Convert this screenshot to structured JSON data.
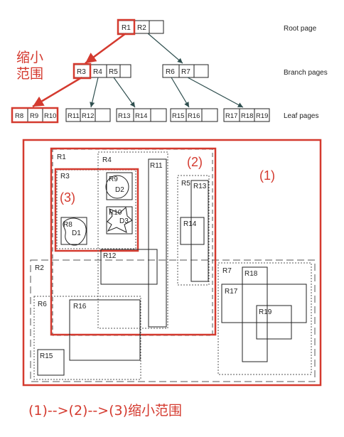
{
  "tree": {
    "levels": {
      "root": "Root page",
      "branch": "Branch pages",
      "leaf": "Leaf pages"
    },
    "root_node": [
      "R1",
      "R2"
    ],
    "branch_nodes": [
      [
        "R3",
        "R4",
        "R5"
      ],
      [
        "R6",
        "R7"
      ]
    ],
    "leaf_nodes": [
      [
        "R8",
        "R9",
        "R10"
      ],
      [
        "R11",
        "R12"
      ],
      [
        "R13",
        "R14"
      ],
      [
        "R15",
        "R16"
      ],
      [
        "R17",
        "R18",
        "R19"
      ]
    ],
    "annotation": "缩小\n范围"
  },
  "regions": {
    "R1": "R1",
    "R2": "R2",
    "R3": "R3",
    "R4": "R4",
    "R5": "R5",
    "R6": "R6",
    "R7": "R7",
    "R8": "R8",
    "R9": "R9",
    "R10": "R10",
    "R11": "R11",
    "R12": "R12",
    "R13": "R13",
    "R14": "R14",
    "R15": "R15",
    "R16": "R16",
    "R17": "R17",
    "R18": "R18",
    "R19": "R19",
    "D1": "D1",
    "D2": "D2",
    "D3": "D3",
    "step1": "(1)",
    "step2": "(2)",
    "step3": "(3)"
  },
  "caption": "(1)-->(2)-->(3)缩小范围",
  "colors": {
    "highlight": "#d43a2f",
    "ink": "#222222",
    "arrow": "#2f4f4f"
  }
}
